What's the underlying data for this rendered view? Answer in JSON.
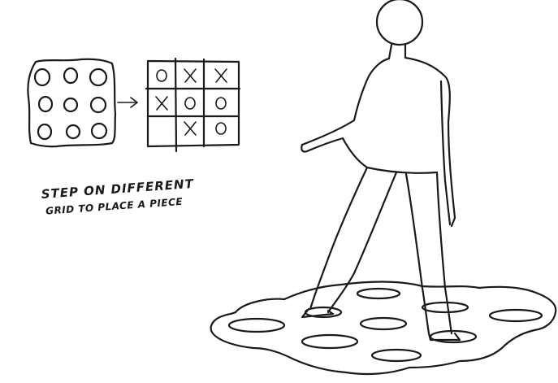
{
  "caption": {
    "line1": "STEP ON DIFFERENT",
    "line2": "GRID TO PLACE A PIECE"
  },
  "board": {
    "cells": [
      "O",
      "X",
      "X",
      "X",
      "O",
      "O",
      "",
      "X",
      "O"
    ]
  },
  "colors": {
    "ink": "#1a1a1a",
    "paper": "#ffffff"
  }
}
